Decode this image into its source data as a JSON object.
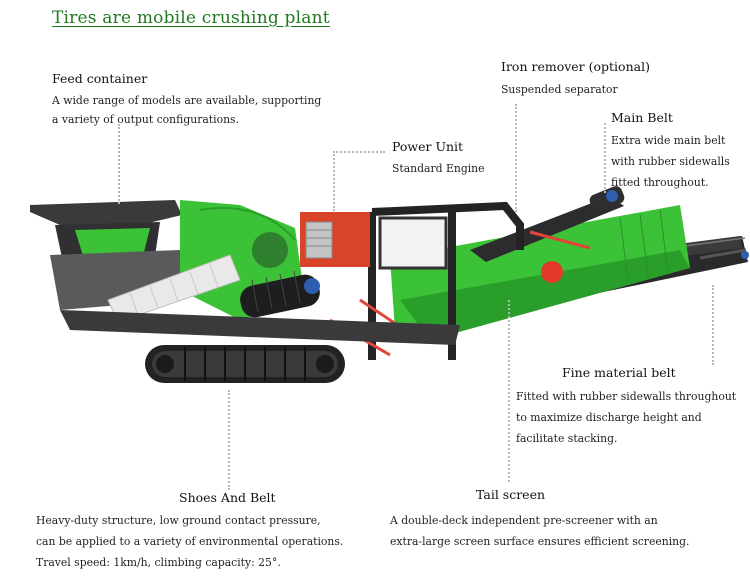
{
  "title": "Tires are mobile crushing plant",
  "colors": {
    "title_green": "#1f7a1f",
    "machine_green": "#36c232",
    "frame_dark": "#2e2e30",
    "engine_red": "#d8432a",
    "leader_gray": "#b8b8b8"
  },
  "labels": {
    "feed": {
      "heading": "Feed container",
      "lines": [
        "A wide range of models are available, supporting",
        "a variety of output configurations."
      ]
    },
    "iron": {
      "heading": "Iron remover (optional)",
      "lines": [
        "Suspended separator"
      ]
    },
    "power": {
      "heading": "Power Unit",
      "lines": [
        "Standard Engine"
      ]
    },
    "main_belt": {
      "heading": "Main Belt",
      "lines": [
        "Extra wide main belt",
        "with rubber sidewalls",
        "fitted throughout."
      ]
    },
    "fine_belt": {
      "heading": "Fine material belt",
      "lines": [
        "Fitted with rubber sidewalls throughout",
        "to maximize discharge height and",
        "facilitate stacking."
      ]
    },
    "shoes": {
      "heading": "Shoes And Belt",
      "lines": [
        "Heavy-duty structure, low ground contact pressure,",
        "can be applied to a variety of environmental operations.",
        "Travel speed: 1km/h, climbing capacity: 25°."
      ]
    },
    "tail": {
      "heading": "Tail screen",
      "lines": [
        "A double-deck independent pre-screener with an",
        "extra-large screen surface ensures efficient screening."
      ]
    }
  }
}
